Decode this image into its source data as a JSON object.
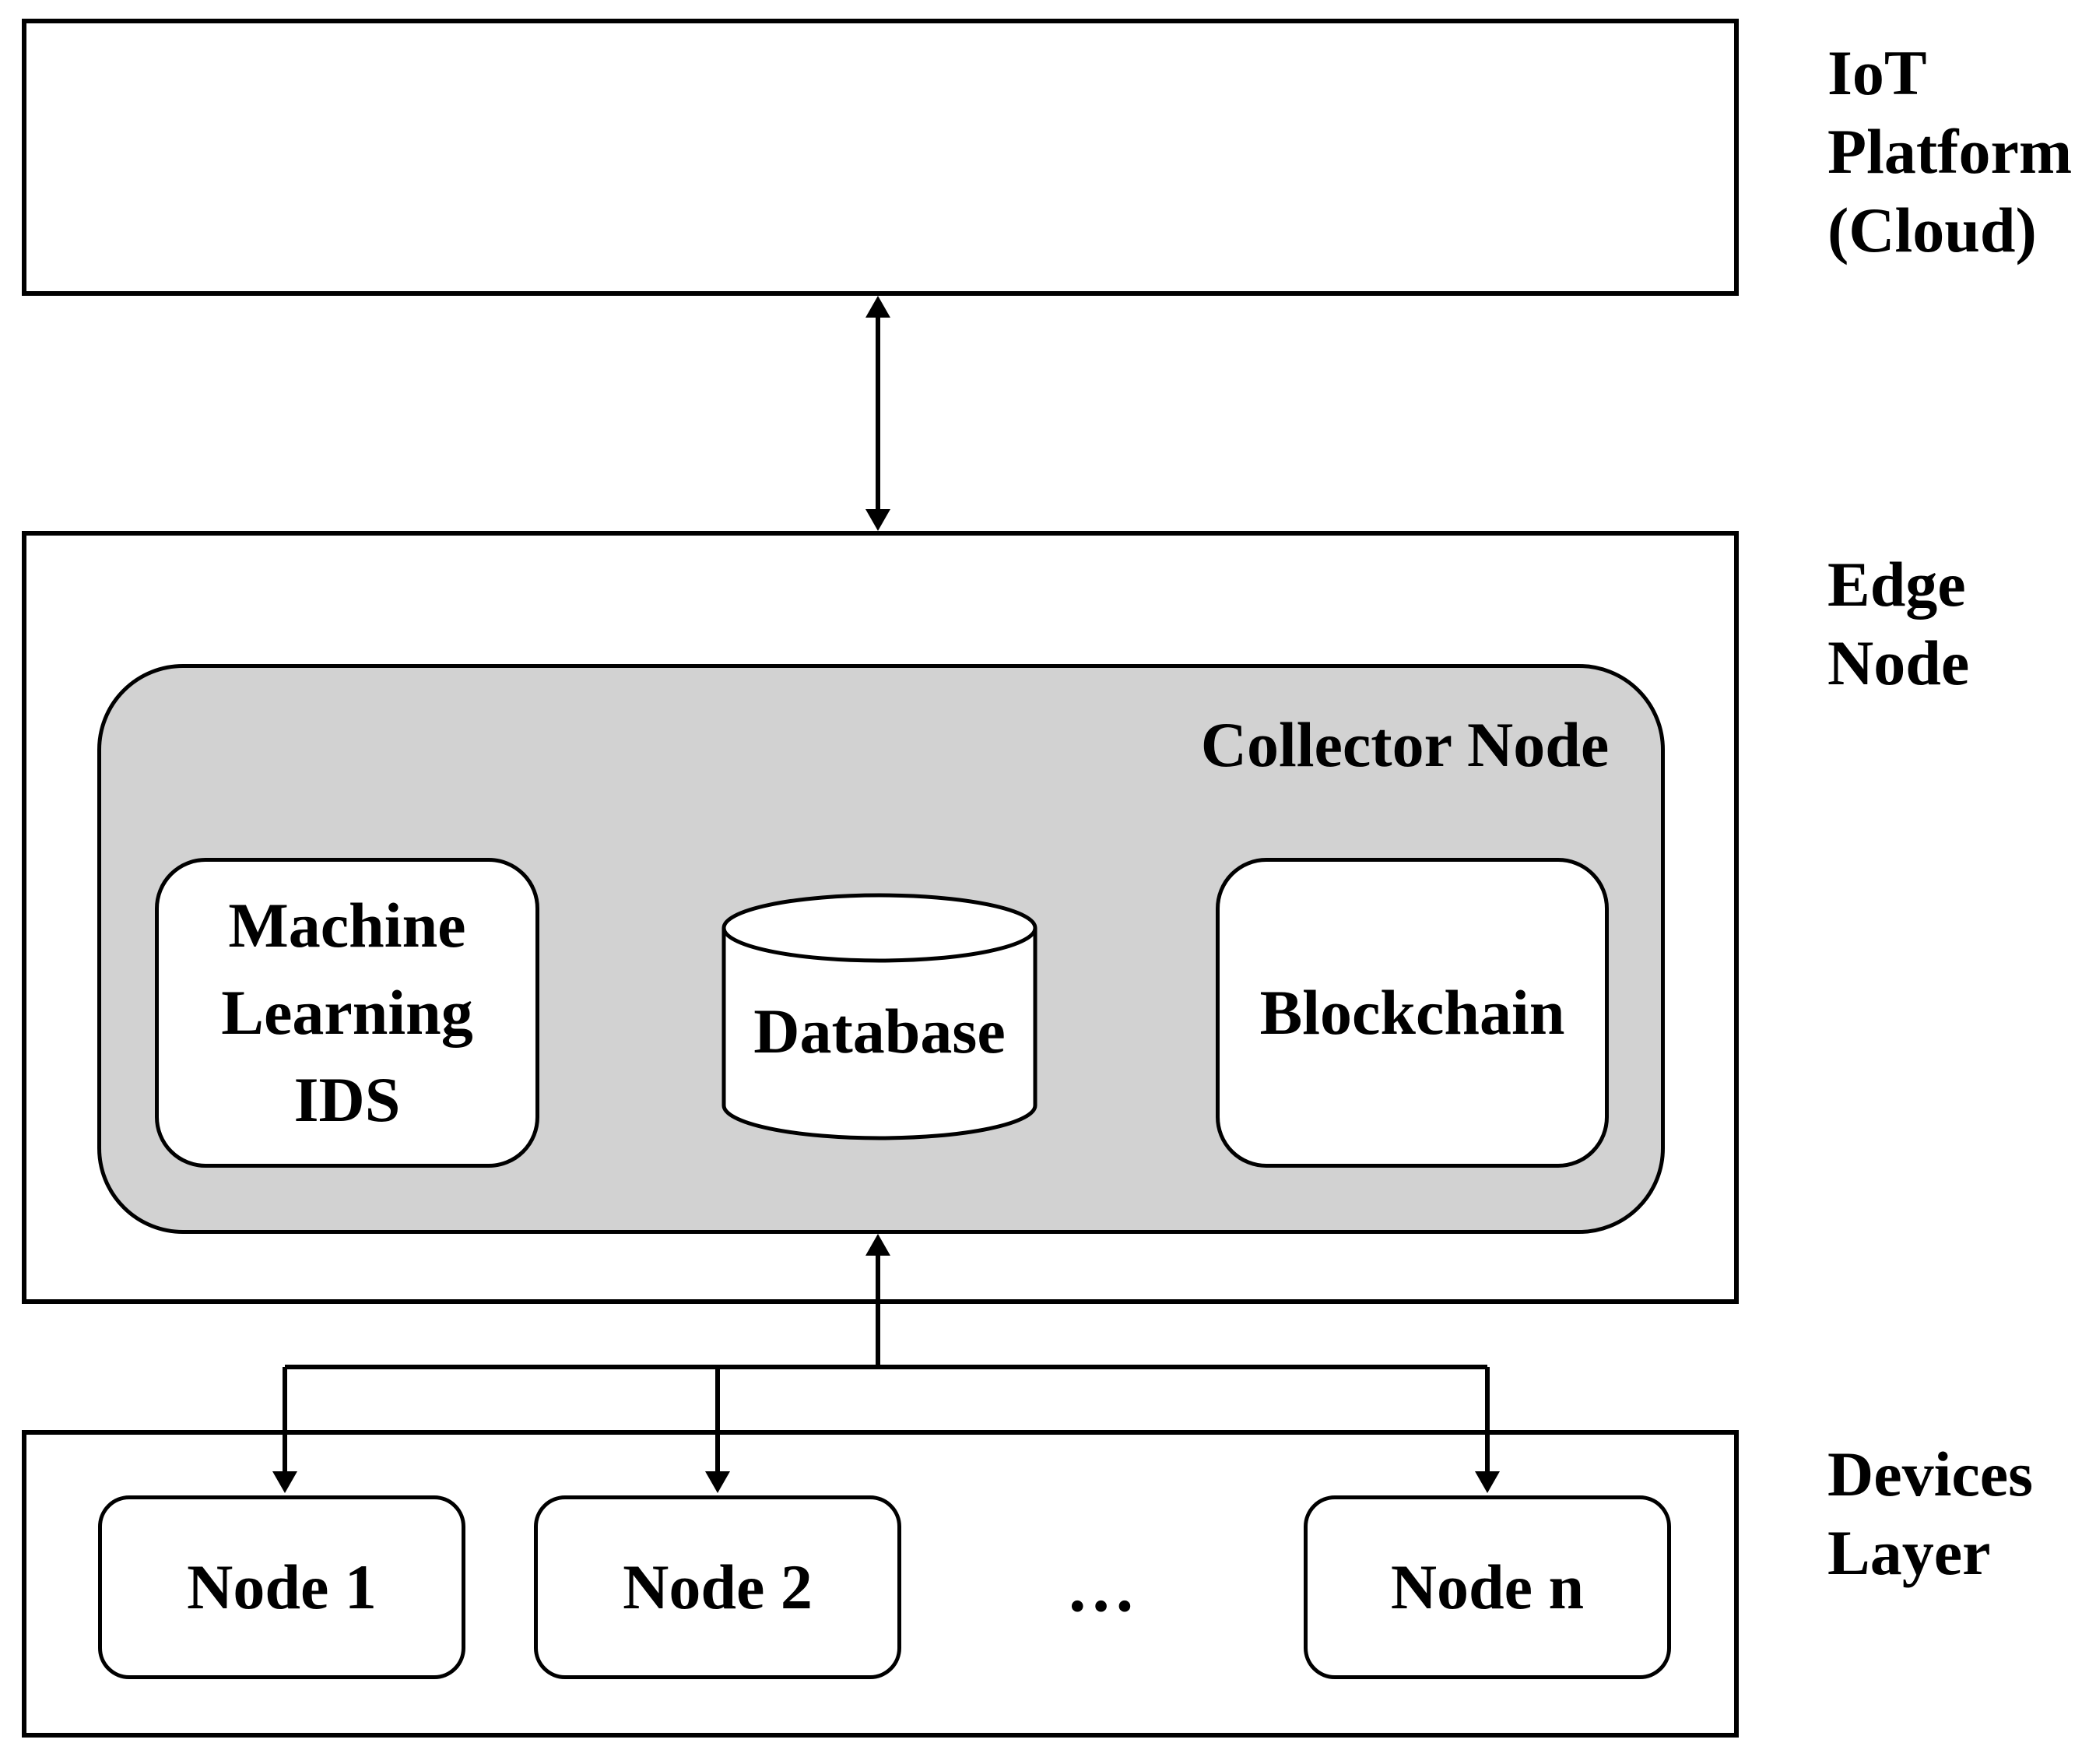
{
  "figure": {
    "layers": {
      "cloud": {
        "label_lines": [
          "IoT",
          "Platform",
          "(Cloud)"
        ]
      },
      "edge": {
        "label_lines": [
          "Edge",
          "Node"
        ]
      },
      "devices": {
        "label_lines": [
          "Devices",
          "Layer"
        ]
      }
    },
    "collector": {
      "title": "Collector Node",
      "ml_lines": [
        "Machine",
        "Learning",
        "IDS"
      ],
      "database_label": "Database",
      "blockchain_label": "Blockchain"
    },
    "device_nodes": {
      "node1": "Node 1",
      "node2": "Node 2",
      "ellipsis": "…",
      "node_n": "Node n"
    }
  },
  "colors": {
    "collector_fill": "#d2d2d2",
    "stroke": "#000000",
    "box_fill": "#ffffff"
  }
}
